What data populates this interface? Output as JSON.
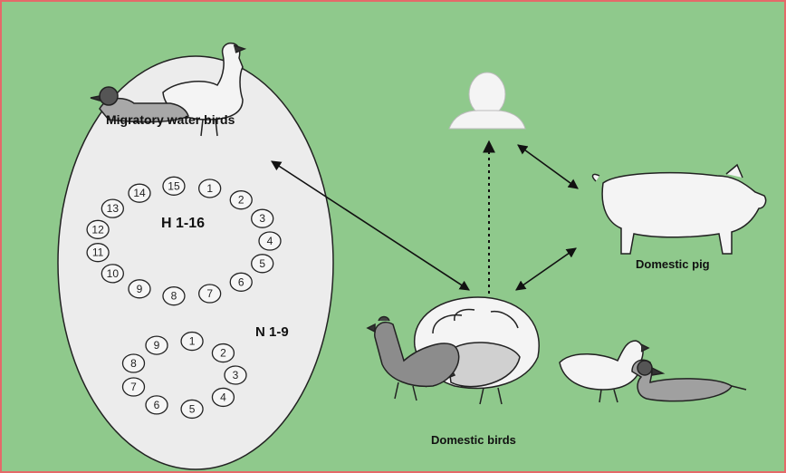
{
  "labels": {
    "reservoir": "Migratory water birds",
    "hemagglutinin": "H 1-16",
    "neuraminidase": "N 1-9",
    "pig": "Domestic pig",
    "poultry": "Domestic birds"
  },
  "h_subtypes": [
    "1",
    "2",
    "3",
    "4",
    "5",
    "6",
    "7",
    "8",
    "9",
    "10",
    "11",
    "12",
    "13",
    "14",
    "15"
  ],
  "n_subtypes": [
    "1",
    "2",
    "3",
    "4",
    "5",
    "6",
    "7",
    "8",
    "9"
  ],
  "colors": {
    "background": "#8fc98c",
    "border": "#e46a6a",
    "ellipse": "#ececec",
    "silhouette": "#f2f2f2",
    "arrow": "#111111"
  }
}
